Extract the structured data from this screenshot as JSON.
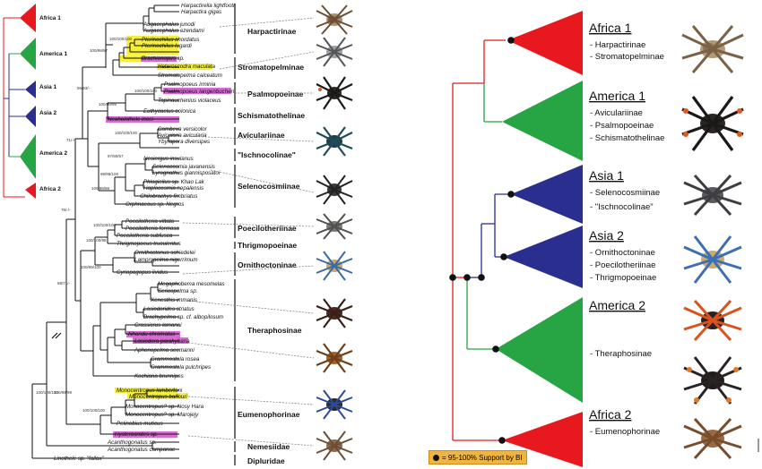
{
  "mini_tree": {
    "labels": [
      "Africa 1",
      "America 1",
      "Asia 1",
      "Asia 2",
      "America 2",
      "Africa 2"
    ]
  },
  "taxa": [
    "Harpactirella lightfooti",
    "Harpactira gigas",
    "Augacephalus junodi",
    "Augacephalus ezendami",
    "Pterinochilus chordatus",
    "Pterinochilus lugardi",
    "Brachionopus sp.",
    "Heteroscodra maculata",
    "Stromatopelma calceatum",
    "Psalmopoeus irminia",
    "Psalmopoeus langenbucheri",
    "Tapinauchenius violaceus",
    "Euthycaelus colonica",
    "Neoholothele incei",
    "Cambeva versicolor",
    "Avicularia avicularia",
    "Ybyrapora diversipes",
    "Nesiergus insulanus",
    "Selenocosmia javanensis",
    "Lyrognathus giannisposatoi",
    "Phlogiellus sp. Khao Lak",
    "Haplocosmia nepalensis",
    "Chilobrachys fimbriatus",
    "Orphnaecus sp. Negros",
    "Poecilotheria vittata",
    "Poecilotheria formosa",
    "Poecilotheria subfusca",
    "Thrigmopoeus truculentus",
    "Ornithoctonus schiedelei",
    "Lampropelma nigerrimum",
    "Cyriopagopus lividus",
    "Megaphobema mesomelas",
    "Sericopelma sp.",
    "Xenesthis immanis",
    "Lasiodorides striatus",
    "Brachypelma sp. cf. albopilosum",
    "Crassicrus lamanai",
    "Nhandu chromatus",
    "Lasiodora parahybana",
    "Aphonopelma seemanni",
    "Grammostola rosea",
    "Grammostola pulchripes",
    "Kochiana brunnipes",
    "Monocentropus lambertoni",
    "Monocentropus balfouri",
    "Monocentropus? sp. Nosy Hara",
    "Monocentropus? sp. Marojejy",
    "Pelinobius muticus",
    "Hysterocrates sp.",
    "Acanthogonatus sp.",
    "Acanthogonatus campanae",
    "Linothele sp. \"fallax\""
  ],
  "subfamilies": [
    "Harpactirinae",
    "Stromatopelminae",
    "Psalmopoeinae",
    "Schismatothelinae",
    "Aviculariinae",
    "\"Ischnocolinae\"",
    "Selenocosmiinae",
    "Poecilotheriinae",
    "Thrigmopoeinae",
    "Ornithoctoninae",
    "Theraphosinae",
    "Eumenophorinae",
    "Nemesiidae",
    "Dipluridae"
  ],
  "supports": [
    "100/98/97",
    "100/100/100",
    "99/93/-",
    "100/100/100",
    "71/-/-",
    "100/100/100",
    "100/98/99",
    "99/99/100",
    "97/80/57",
    "100/99/99",
    "76/-/-",
    "100/100/100",
    "100/99/100",
    "98/71/-",
    "100/98/99",
    "100/100/100",
    "100/100/98",
    "100/100/100"
  ],
  "groups": [
    {
      "title": "Africa 1",
      "subs": [
        "- Harpactirinae",
        "- Stromatopelminae"
      ],
      "color": "#e8191e"
    },
    {
      "title": "America 1",
      "subs": [
        "- Aviculariinae",
        "- Psalmopoeinae",
        "- Schismatothelinae"
      ],
      "color": "#27a443"
    },
    {
      "title": "Asia 1",
      "subs": [
        "- Selenocosmiinae",
        "- \"Ischnocolinae\""
      ],
      "color": "#2a2f8f"
    },
    {
      "title": "Asia 2",
      "subs": [
        "- Ornithoctoninae",
        "- Poecilotheriinae",
        "- Thrigmopoeinae"
      ],
      "color": "#2a2f8f"
    },
    {
      "title": "America 2",
      "subs": [
        "- Theraphosinae"
      ],
      "color": "#27a443"
    },
    {
      "title": "Africa 2",
      "subs": [
        "- Eumenophorinae"
      ],
      "color": "#e8191e"
    }
  ],
  "legend": {
    "text": "= 95-100% Support by BI"
  },
  "colors": {
    "red": "#e8191e",
    "green": "#27a443",
    "blue": "#2a2f8f",
    "yellow_highlight": "#f5ef3b",
    "pink_highlight": "#d86ad3",
    "legend_bg": "#f0b541"
  }
}
